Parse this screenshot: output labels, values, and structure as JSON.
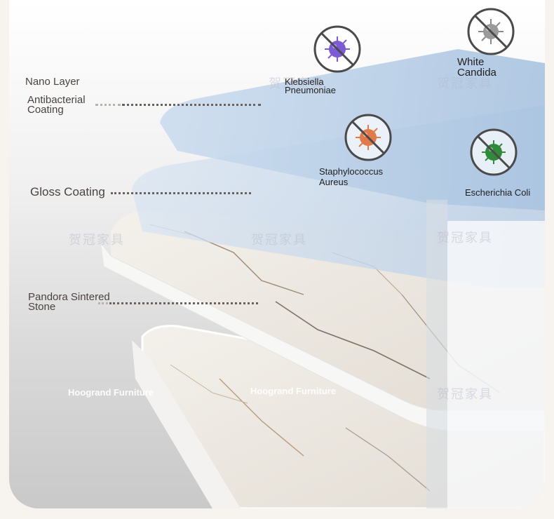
{
  "labels": {
    "nano_layer": "Nano Layer",
    "antibacterial_line1": "Antibacterial",
    "antibacterial_line2": "Coating",
    "gloss_coating": "Gloss Coating",
    "pandora_line1": "Pandora Sintered",
    "pandora_line2": "Stone"
  },
  "germs": {
    "klebsiella_line1": "Klebsiella",
    "klebsiella_line2": "Pneumoniae",
    "candida_line1": "White",
    "candida_line2": "Candida",
    "staph_line1": "Staphylococcus",
    "staph_line2": "Aureus",
    "ecoli": "Escherichia Coli"
  },
  "brand": {
    "left": "Hoogrand Furniture",
    "center": "Hoogrand Furniture"
  },
  "watermark": "贺冠家具",
  "colors": {
    "page_bg": "#f7f4ef",
    "blue_layer": "#b9cfe6",
    "label_text": "#4a4340",
    "klebsiella": "#7b5bd6",
    "candida": "#8a8a8a",
    "staph": "#e07a4a",
    "ecoli": "#2f8a3a",
    "ban_ring": "#4a4a4a"
  },
  "icons": {
    "klebsiella": "virus-icon",
    "candida": "virus-icon",
    "staph": "virus-icon",
    "ecoli": "bacteria-icon"
  }
}
